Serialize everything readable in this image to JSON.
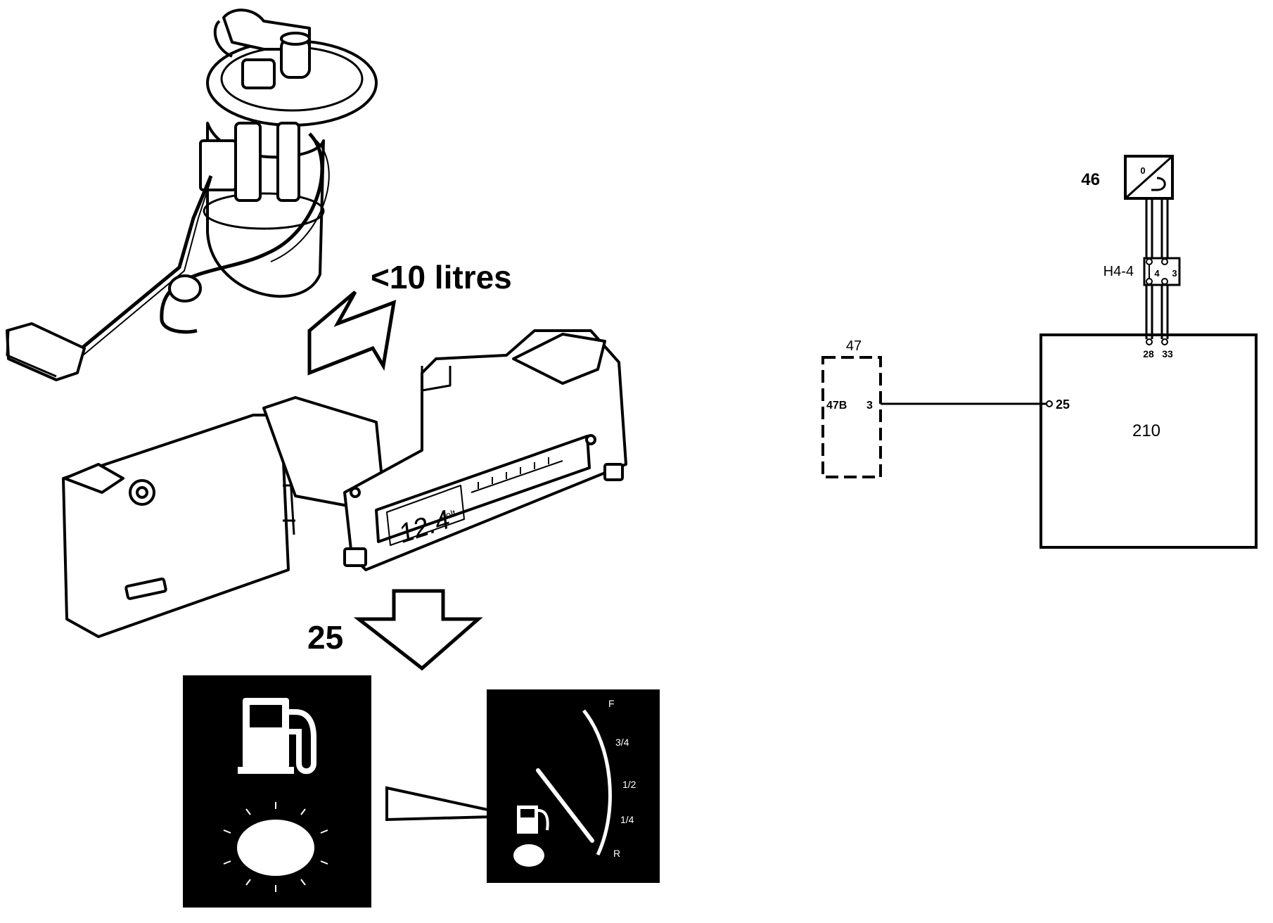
{
  "illustration": {
    "callout_threshold": "<10 litres",
    "callout_ref": "25",
    "cluster_display": "12.4",
    "cluster_display_unit": "volt",
    "gauge_marks": [
      "F",
      "3/4",
      "1/2",
      "1/4",
      "R"
    ]
  },
  "schematic": {
    "sensor_ref": "46",
    "sensor_glyph": "0",
    "connector_ref": "H4-4",
    "connector_pin_left": "4",
    "connector_pin_right": "3",
    "unit_47_ref": "47",
    "unit_47_label": "47B",
    "unit_47_pin": "3",
    "unit_210_ref": "210",
    "unit_210_pin_25": "25",
    "unit_210_pin_28": "28",
    "unit_210_pin_33": "33"
  },
  "colors": {
    "ink": "#000000",
    "paper": "#ffffff"
  }
}
